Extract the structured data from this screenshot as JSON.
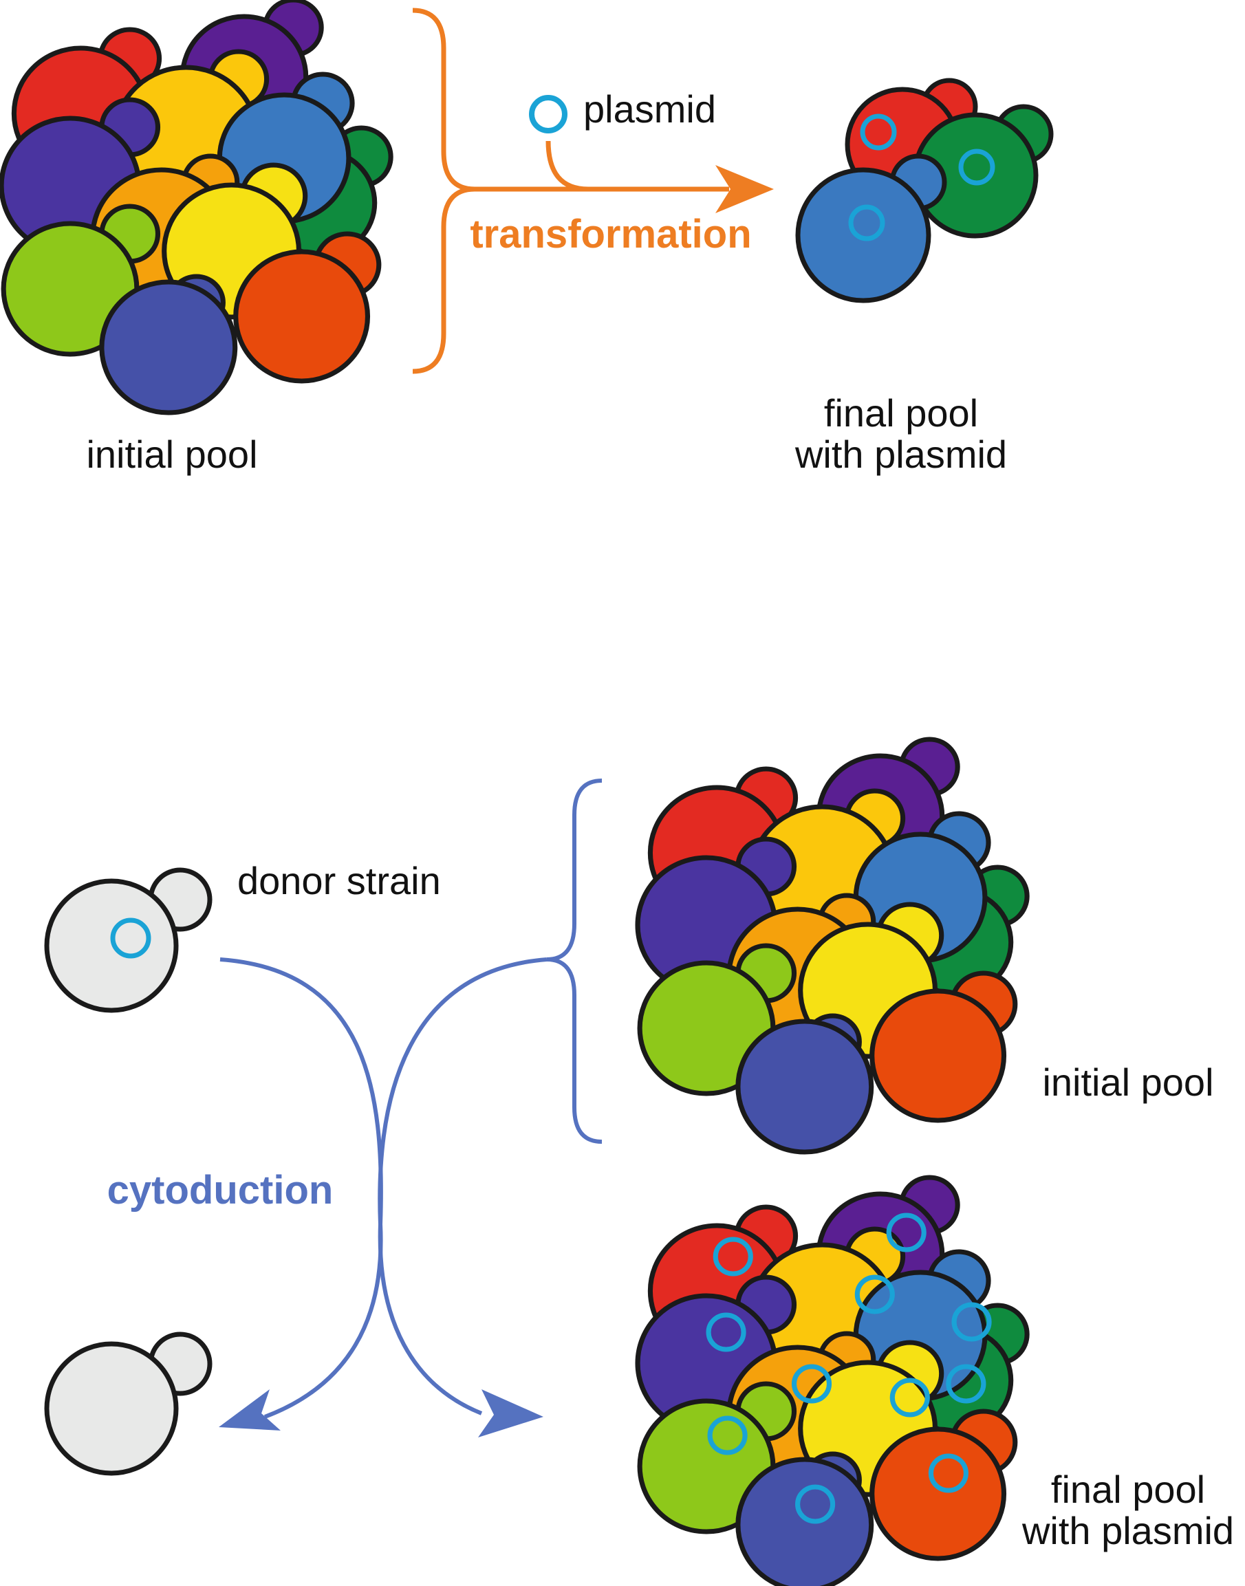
{
  "colors": {
    "outline": "#1a1a1a",
    "plasmid": "#1aa3d6",
    "transformation": "#ee7d22",
    "cytoduction": "#5572c0",
    "donor_fill": "#e8e9e8",
    "strain_colors": [
      "#e32a22",
      "#5a1f92",
      "#0f8b3e",
      "#fbc70c",
      "#3a79c0",
      "#4a34a0",
      "#f5a10c",
      "#f6e114",
      "#8ec81a",
      "#e84a0c",
      "#4551a8"
    ]
  },
  "top_panel": {
    "plasmid_label": "plasmid",
    "process_label": "transformation",
    "initial_pool_label": "initial pool",
    "final_pool_label": [
      "final pool",
      "with plasmid"
    ]
  },
  "bottom_panel": {
    "donor_label": "donor strain",
    "process_label": "cytoduction",
    "initial_pool_label": "initial pool",
    "final_pool_label": [
      "final pool",
      "with plasmid"
    ]
  }
}
